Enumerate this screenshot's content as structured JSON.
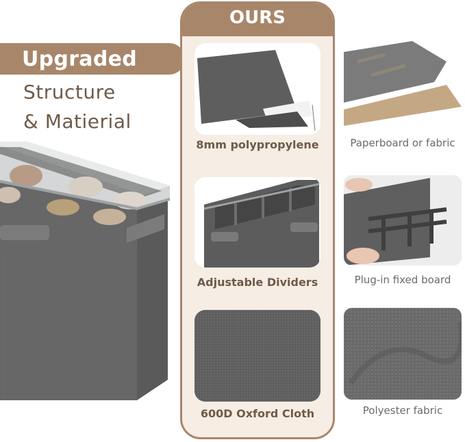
{
  "heading": {
    "tag": "Upgraded",
    "line1": "Structure",
    "line2": "& Matierial"
  },
  "ours": {
    "label": "OURS",
    "features": [
      {
        "label": "8mm polypropylene"
      },
      {
        "label": "Adjustable Dividers"
      },
      {
        "label": "600D Oxford Cloth"
      }
    ]
  },
  "others": {
    "features": [
      {
        "label": "Paperboard or fabric"
      },
      {
        "label": "Plug-in fixed board"
      },
      {
        "label": "Polyester fabric"
      }
    ]
  },
  "colors": {
    "accent": "#a8866a",
    "panel": "#f6ede4",
    "text": "#6f5a49",
    "product": "#666666"
  }
}
